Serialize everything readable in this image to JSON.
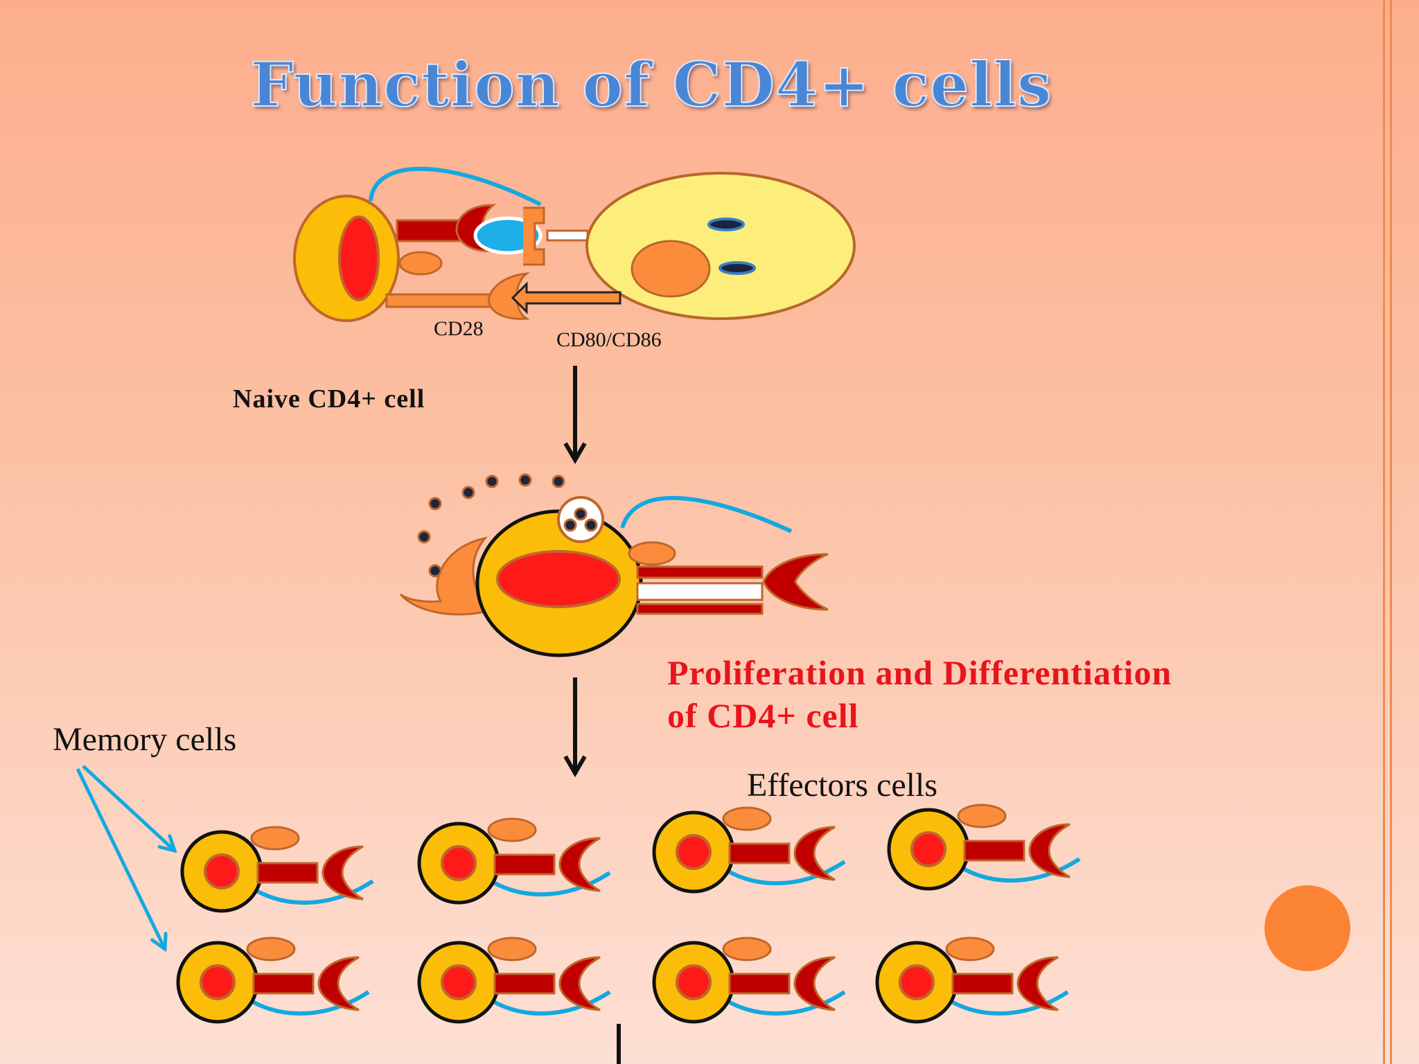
{
  "title": "Function of CD4+ cells",
  "labels": {
    "cd28": "CD28",
    "cd80_cd86": "CD80/CD86",
    "naive": "Naive CD4+  cell",
    "proliferation_line1": "Proliferation and Differentiation",
    "proliferation_line2": "of CD4+ cell",
    "memory": "Memory cells",
    "effectors": "Effectors cells"
  },
  "colors": {
    "cell_yellow": "#fbbd08",
    "nucleus_red": "#ff1a1a",
    "receptor_darkred": "#c00000",
    "orange": "#fb8c3c",
    "apc_yellow": "#fdee7c",
    "link_blue": "#14a8e0",
    "bullet_orange": "#fb8434"
  }
}
